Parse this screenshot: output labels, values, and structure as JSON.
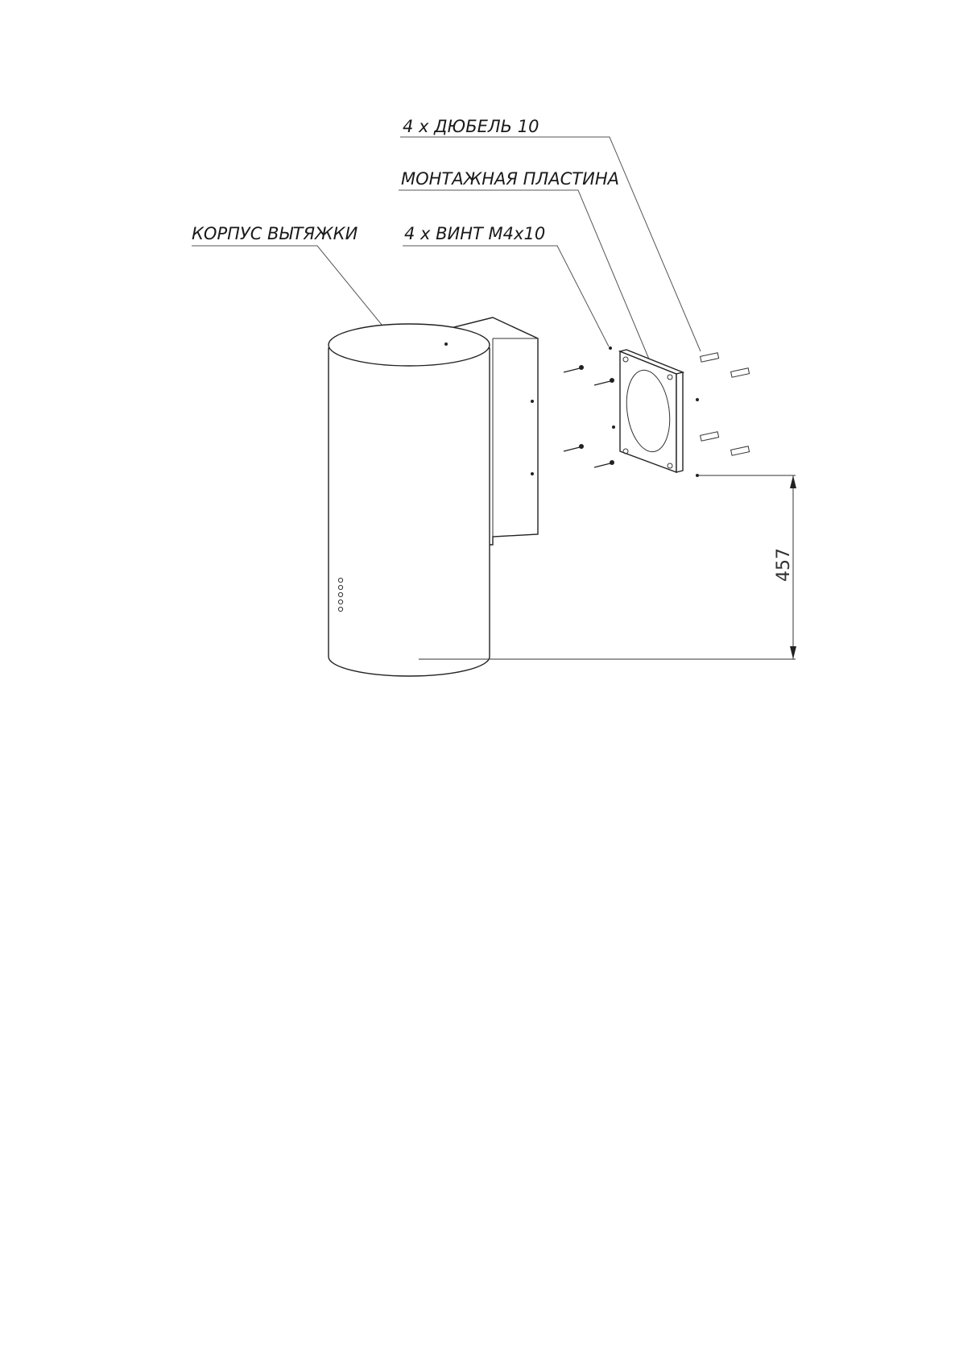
{
  "labels": {
    "dowel": "4 x ДЮБЕЛЬ 10",
    "mounting_plate": "МОНТАЖНАЯ ПЛАСТИНА",
    "screw": "4 x ВИНТ М4х10",
    "hood_body": "КОРПУС ВЫТЯЖКИ"
  },
  "dimension": {
    "height": "457"
  },
  "colors": {
    "line": "#222222",
    "background": "#ffffff"
  }
}
